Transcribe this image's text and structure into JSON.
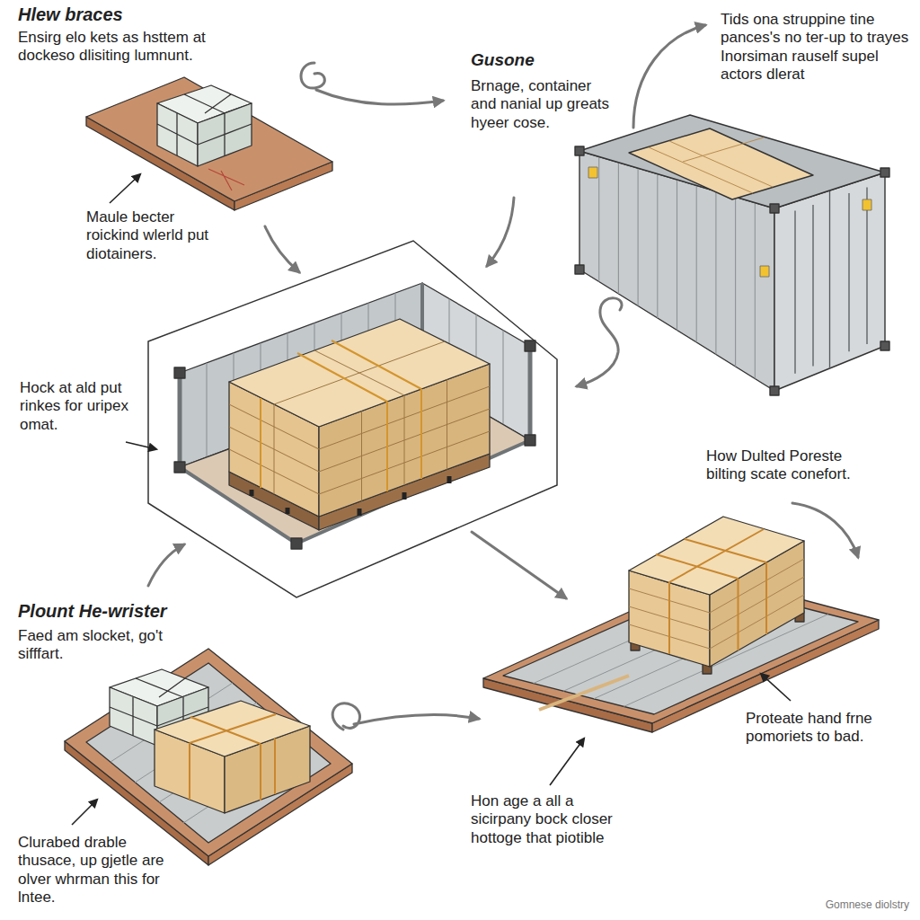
{
  "diagram": {
    "labels": [
      "Hlew braces",
      "Ensirg elo kets as hsttem at dockeso dlisiting lumnunt.",
      "Gusone",
      "Brnage, container and nanial up greats hyeer cose.",
      "Tids ona struppine tine pances's no ter-up to trayes Inorsiman rauself supel actors dlerat",
      "Maule becter roickind wlerld put diotainers.",
      "Hock at ald put rinkes for uripex omat.",
      "How Dulted Poreste bilting scate conefort.",
      "Plount He-wrister",
      "Faed am slocket, go't sifffart.",
      "Proteate hand frne pomoriets to bad.",
      "Clurabed drable thusace, up gjetle are olver whrman this for lntee.",
      "Hon age a all a sicirpany bock closer hottoge that piotible",
      "Gomnese diolstry"
    ]
  }
}
